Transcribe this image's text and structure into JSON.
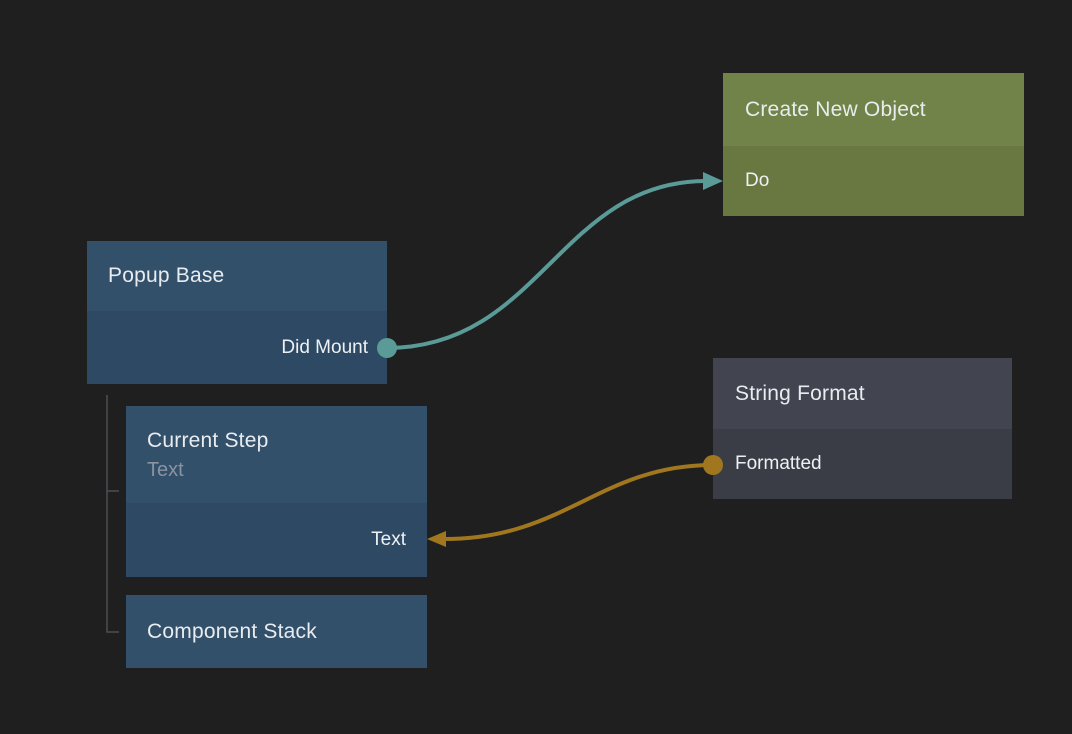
{
  "colors": {
    "background": "#1f1f1f",
    "blue-header": "#33506b",
    "blue-body": "#2e4963",
    "green-header": "#718349",
    "green-body": "#697841",
    "gray-header": "#42454f",
    "gray-body": "#3a3d46",
    "edge-teal": "#5b9b97",
    "edge-gold": "#a0761f",
    "tree-line": "#4c4e52",
    "title-text": "#e9ecef",
    "port-text": "#eef1f3",
    "subtitle-text": "#8a93a0"
  },
  "nodes": {
    "popup_base": {
      "title": "Popup Base",
      "ports": [
        {
          "label": "Did Mount",
          "direction": "output",
          "type": "signal"
        }
      ]
    },
    "current_step": {
      "title": "Current Step",
      "subtitle": "Text",
      "ports": [
        {
          "label": "Text",
          "direction": "input",
          "type": "string"
        }
      ]
    },
    "component_stack": {
      "title": "Component Stack"
    },
    "create_new_object": {
      "title": "Create New Object",
      "ports": [
        {
          "label": "Do",
          "direction": "input",
          "type": "signal"
        }
      ]
    },
    "string_format": {
      "title": "String Format",
      "ports": [
        {
          "label": "Formatted",
          "direction": "output",
          "type": "string"
        }
      ]
    }
  },
  "connections": [
    {
      "from": "popup_base.did_mount",
      "to": "create_new_object.do",
      "color_key": "edge-teal"
    },
    {
      "from": "string_format.formatted",
      "to": "current_step.text",
      "color_key": "edge-gold"
    }
  ],
  "hierarchy": {
    "parent": "popup_base",
    "children": [
      "current_step",
      "component_stack"
    ]
  }
}
